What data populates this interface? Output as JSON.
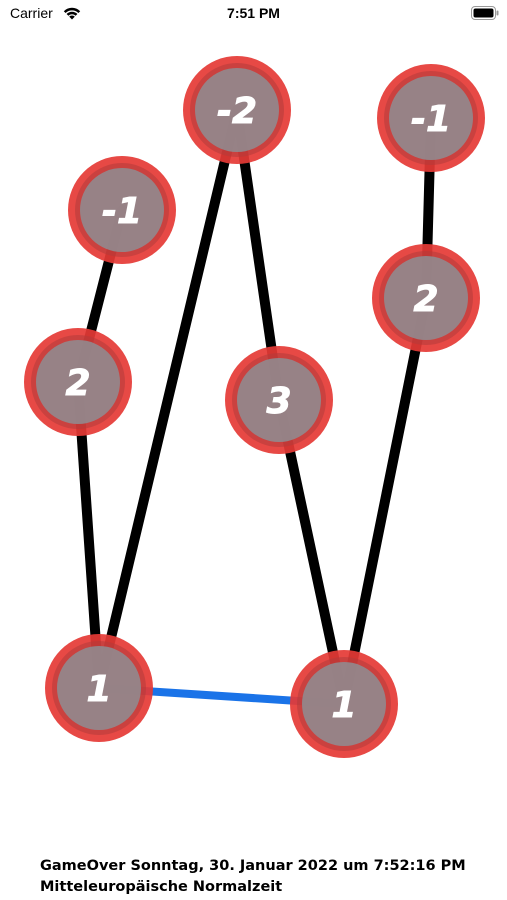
{
  "status_bar": {
    "carrier": "Carrier",
    "time": "7:51 PM",
    "wifi_icon": "wifi-icon",
    "battery_icon": "battery-icon"
  },
  "graph": {
    "colors": {
      "edge": "#000000",
      "highlight_edge": "#1a73e8",
      "node_fill": "#8e8e93",
      "node_ring": "#e53935"
    },
    "nodes": [
      {
        "id": "n1",
        "value": "-1"
      },
      {
        "id": "n2",
        "value": "-2"
      },
      {
        "id": "n3",
        "value": "-1"
      },
      {
        "id": "n4",
        "value": "2"
      },
      {
        "id": "n5",
        "value": "3"
      },
      {
        "id": "n6",
        "value": "2"
      },
      {
        "id": "n7",
        "value": "1"
      },
      {
        "id": "n8",
        "value": "1"
      }
    ],
    "edges": [
      {
        "from": "n1",
        "to": "n4"
      },
      {
        "from": "n4",
        "to": "n7"
      },
      {
        "from": "n7",
        "to": "n2"
      },
      {
        "from": "n2",
        "to": "n5"
      },
      {
        "from": "n5",
        "to": "n8"
      },
      {
        "from": "n8",
        "to": "n6"
      },
      {
        "from": "n6",
        "to": "n3"
      },
      {
        "from": "n7",
        "to": "n8",
        "highlight": true
      }
    ]
  },
  "footer": {
    "line1": "GameOver Sonntag, 30. Januar 2022 um 7:52:16 PM",
    "line2": "Mitteleuropäische Normalzeit"
  }
}
